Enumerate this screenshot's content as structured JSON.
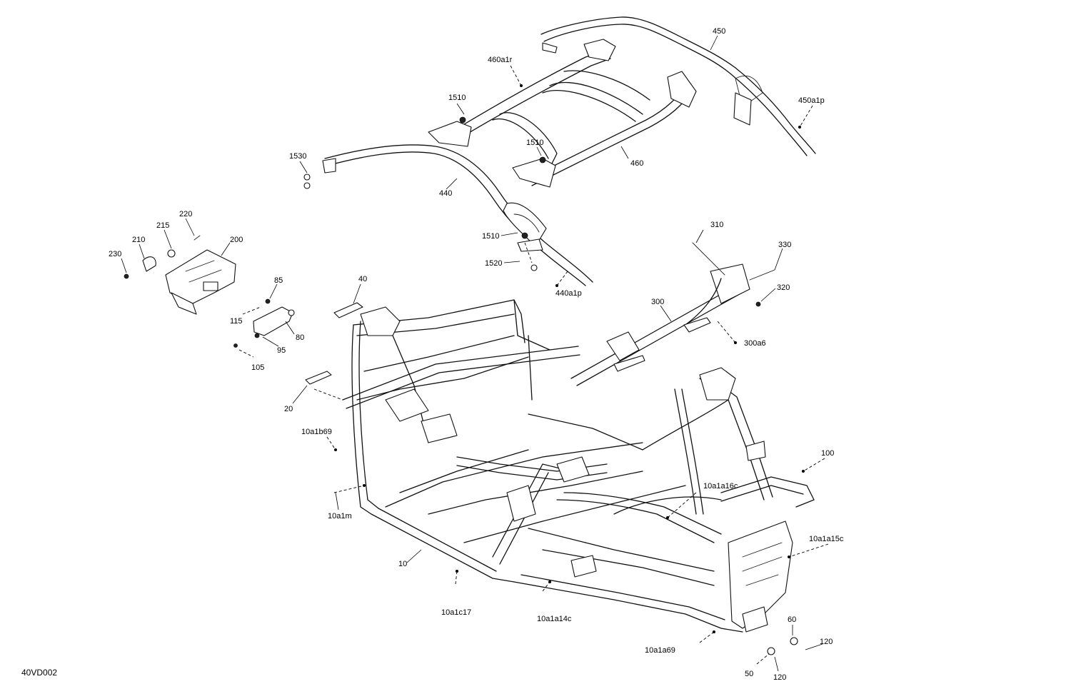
{
  "diagram": {
    "drawing_code": "40VD002",
    "callouts": [
      {
        "id": "c450",
        "label": "450"
      },
      {
        "id": "c460a1r",
        "label": "460a1r"
      },
      {
        "id": "c450a1p",
        "label": "450a1p"
      },
      {
        "id": "c1510a",
        "label": "1510"
      },
      {
        "id": "c1510b",
        "label": "1510"
      },
      {
        "id": "c460",
        "label": "460"
      },
      {
        "id": "c1530",
        "label": "1530"
      },
      {
        "id": "c440",
        "label": "440"
      },
      {
        "id": "c1510c",
        "label": "1510"
      },
      {
        "id": "c1520",
        "label": "1520"
      },
      {
        "id": "c440a1p",
        "label": "440a1p"
      },
      {
        "id": "c220",
        "label": "220"
      },
      {
        "id": "c215",
        "label": "215"
      },
      {
        "id": "c210",
        "label": "210"
      },
      {
        "id": "c200",
        "label": "200"
      },
      {
        "id": "c230",
        "label": "230"
      },
      {
        "id": "c85",
        "label": "85"
      },
      {
        "id": "c115",
        "label": "115"
      },
      {
        "id": "c80",
        "label": "80"
      },
      {
        "id": "c95",
        "label": "95"
      },
      {
        "id": "c105",
        "label": "105"
      },
      {
        "id": "c40",
        "label": "40"
      },
      {
        "id": "c310",
        "label": "310"
      },
      {
        "id": "c330",
        "label": "330"
      },
      {
        "id": "c320",
        "label": "320"
      },
      {
        "id": "c300",
        "label": "300"
      },
      {
        "id": "c300a6",
        "label": "300a6"
      },
      {
        "id": "c20",
        "label": "20"
      },
      {
        "id": "c10a1b69",
        "label": "10a1b69"
      },
      {
        "id": "c100",
        "label": "100"
      },
      {
        "id": "c10a1a16c",
        "label": "10a1a16c"
      },
      {
        "id": "c10a1m",
        "label": "10a1m"
      },
      {
        "id": "c10a1a15c",
        "label": "10a1a15c"
      },
      {
        "id": "c10",
        "label": "10"
      },
      {
        "id": "c10a1c17",
        "label": "10a1c17"
      },
      {
        "id": "c10a1a14c",
        "label": "10a1a14c"
      },
      {
        "id": "c60",
        "label": "60"
      },
      {
        "id": "c120a",
        "label": "120"
      },
      {
        "id": "c10a1a69",
        "label": "10a1a69"
      },
      {
        "id": "c50",
        "label": "50"
      },
      {
        "id": "c120b",
        "label": "120"
      }
    ]
  }
}
